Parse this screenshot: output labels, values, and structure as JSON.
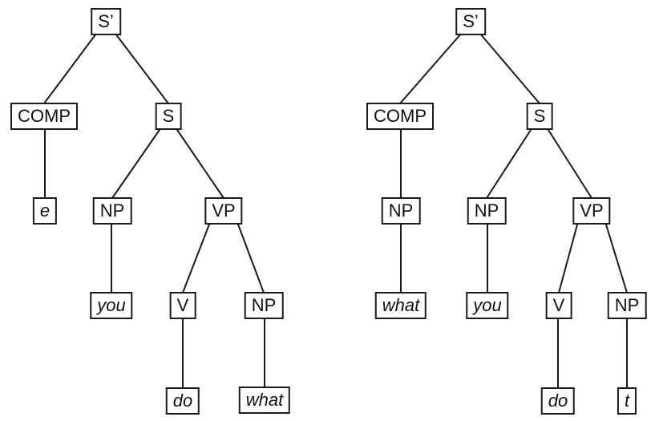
{
  "colors": {
    "background": "#ffffff",
    "line": "#1a1a1a",
    "box_border": "#1a1a1a",
    "text": "#111111"
  },
  "trees": [
    {
      "name": "left tree (pre-movement: you do what)",
      "nodes": [
        {
          "id": "sprime",
          "label": "S’",
          "terminal": false
        },
        {
          "id": "comp",
          "label": "COMP",
          "terminal": false
        },
        {
          "id": "s",
          "label": "S",
          "terminal": false
        },
        {
          "id": "e",
          "label": "e",
          "terminal": true
        },
        {
          "id": "np-subject",
          "label": "NP",
          "terminal": false
        },
        {
          "id": "vp",
          "label": "VP",
          "terminal": false
        },
        {
          "id": "you",
          "label": "you",
          "terminal": true
        },
        {
          "id": "v",
          "label": "V",
          "terminal": false
        },
        {
          "id": "np-object",
          "label": "NP",
          "terminal": false
        },
        {
          "id": "do",
          "label": "do",
          "terminal": true
        },
        {
          "id": "what",
          "label": "what",
          "terminal": true
        }
      ],
      "edges": [
        [
          "sprime",
          "comp"
        ],
        [
          "sprime",
          "s"
        ],
        [
          "comp",
          "e"
        ],
        [
          "s",
          "np-subject"
        ],
        [
          "s",
          "vp"
        ],
        [
          "np-subject",
          "you"
        ],
        [
          "vp",
          "v"
        ],
        [
          "vp",
          "np-object"
        ],
        [
          "v",
          "do"
        ],
        [
          "np-object",
          "what"
        ]
      ]
    },
    {
      "name": "right tree (post-movement: what you do t)",
      "nodes": [
        {
          "id": "sprime",
          "label": "S’",
          "terminal": false
        },
        {
          "id": "comp",
          "label": "COMP",
          "terminal": false
        },
        {
          "id": "s",
          "label": "S",
          "terminal": false
        },
        {
          "id": "np-comp",
          "label": "NP",
          "terminal": false
        },
        {
          "id": "np-subject",
          "label": "NP",
          "terminal": false
        },
        {
          "id": "vp",
          "label": "VP",
          "terminal": false
        },
        {
          "id": "what",
          "label": "what",
          "terminal": true
        },
        {
          "id": "you",
          "label": "you",
          "terminal": true
        },
        {
          "id": "v",
          "label": "V",
          "terminal": false
        },
        {
          "id": "np-object",
          "label": "NP",
          "terminal": false
        },
        {
          "id": "do",
          "label": "do",
          "terminal": true
        },
        {
          "id": "t",
          "label": "t",
          "terminal": true
        }
      ],
      "edges": [
        [
          "sprime",
          "comp"
        ],
        [
          "sprime",
          "s"
        ],
        [
          "comp",
          "np-comp"
        ],
        [
          "np-comp",
          "what"
        ],
        [
          "s",
          "np-subject"
        ],
        [
          "s",
          "vp"
        ],
        [
          "np-subject",
          "you"
        ],
        [
          "vp",
          "v"
        ],
        [
          "vp",
          "np-object"
        ],
        [
          "v",
          "do"
        ],
        [
          "np-object",
          "t"
        ]
      ]
    }
  ]
}
